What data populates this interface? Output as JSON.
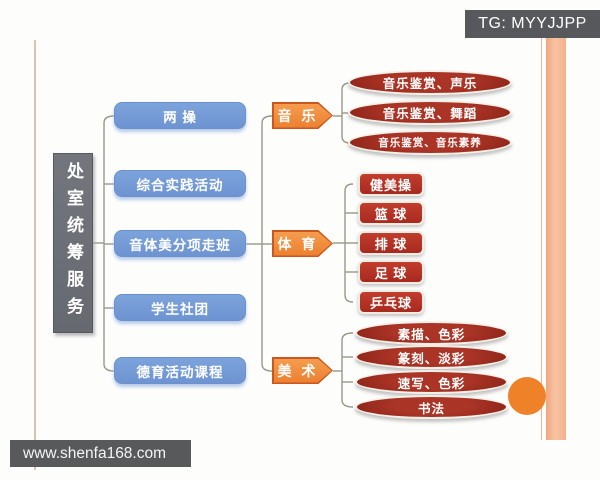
{
  "overlays": {
    "tg_badge": "TG: MYYJJPP",
    "site_watermark": "www.shenfa168.com"
  },
  "diagram": {
    "root": "处室统筹服务",
    "level1": [
      "两 操",
      "综合实践活动",
      "音体美分项走班",
      "学生社团",
      "德育活动课程"
    ],
    "branches": [
      {
        "label": "音 乐",
        "children": [
          "音乐鉴赏、声乐",
          "音乐鉴赏、舞蹈",
          "音乐鉴赏、音乐素养"
        ]
      },
      {
        "label": "体 育",
        "children": [
          "健美操",
          "篮 球",
          "排 球",
          "足 球",
          "乒乓球"
        ]
      },
      {
        "label": "美 术",
        "children": [
          "素描、色彩",
          "篆刻、淡彩",
          "速写、色彩",
          "书法"
        ]
      }
    ]
  },
  "colors": {
    "root_fill": "#6c6f74",
    "level1_fill": "#7398d4",
    "branch_fill": "#ef8839",
    "leaf_ellipse_fill": "#9c2a1e",
    "leaf_rect_fill": "#b23227",
    "accent_circle": "#ef8228",
    "side_bar": "#f5bb97",
    "badge_bg": "#58595b",
    "connector": "#98988a"
  }
}
